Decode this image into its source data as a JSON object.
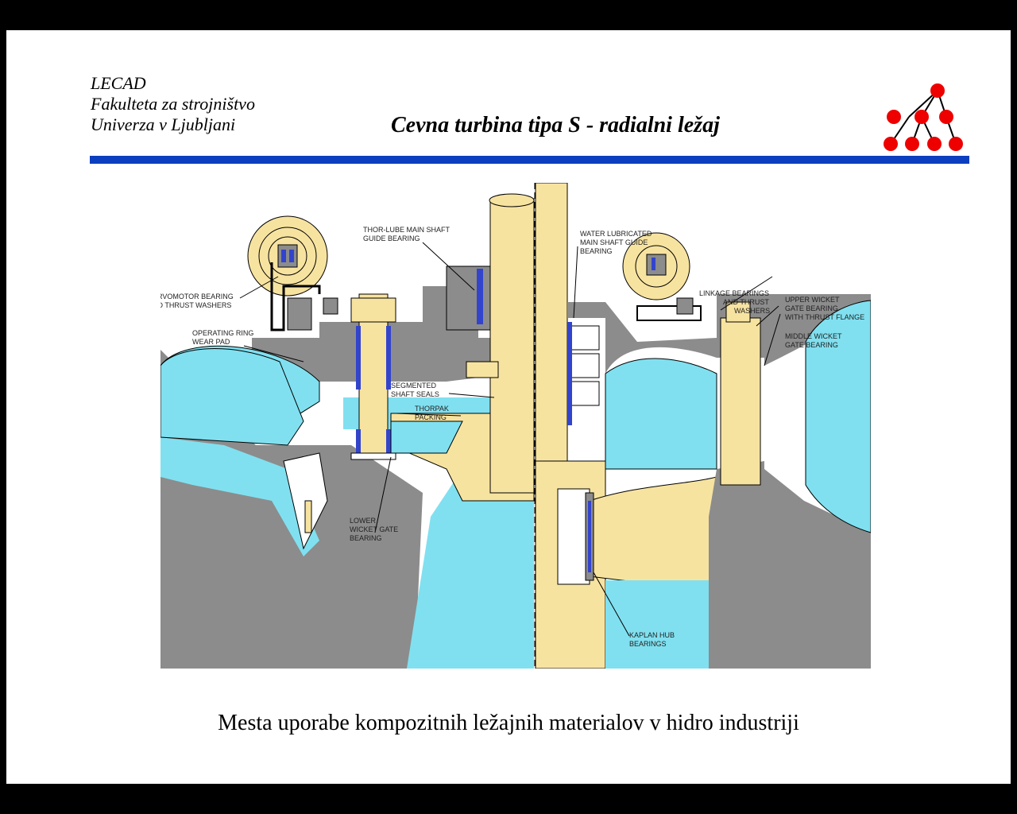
{
  "header": {
    "org": "LECAD",
    "faculty": "Fakulteta za strojništvo",
    "university": "Univerza v Ljubljani",
    "title": "Cevna turbina tipa S - radialni ležaj"
  },
  "colors": {
    "accent_bar": "#0b3fbf",
    "logo_nodes": "#ee0000",
    "water": "#80e0f0",
    "steel": "#8c8c8c",
    "shaft": "#f7e3a0",
    "bearing": "#3344cc"
  },
  "diagram": {
    "labels": {
      "thor_lube_1": "THOR-LUBE MAIN SHAFT",
      "thor_lube_2": "GUIDE BEARING",
      "water_lub_1": "WATER LUBRICATED",
      "water_lub_2": "MAIN SHAFT GUIDE",
      "water_lub_3": "BEARING",
      "servo_1": "SERVOMOTOR BEARING",
      "servo_2": "AND THRUST WASHERS",
      "linkage_1": "LINKAGE BEARINGS",
      "linkage_2": "AND THRUST",
      "linkage_3": "WASHERS",
      "upper_1": "UPPER WICKET",
      "upper_2": "GATE BEARING",
      "upper_3": "WITH THRUST FLANGE",
      "opring_1": "OPERATING RING",
      "opring_2": "WEAR PAD",
      "middle_1": "MIDDLE WICKET",
      "middle_2": "GATE BEARING",
      "seg_1": "SEGMENTED",
      "seg_2": "SHAFT SEALS",
      "thorpak_1": "THORPAK",
      "thorpak_2": "PACKING",
      "lower_1": "LOWER",
      "lower_2": "WICKET GATE",
      "lower_3": "BEARING",
      "kaplan_1": "KAPLAN HUB",
      "kaplan_2": "BEARINGS"
    }
  },
  "caption": "Mesta uporabe kompozitnih ležajnih materialov v hidro industriji"
}
